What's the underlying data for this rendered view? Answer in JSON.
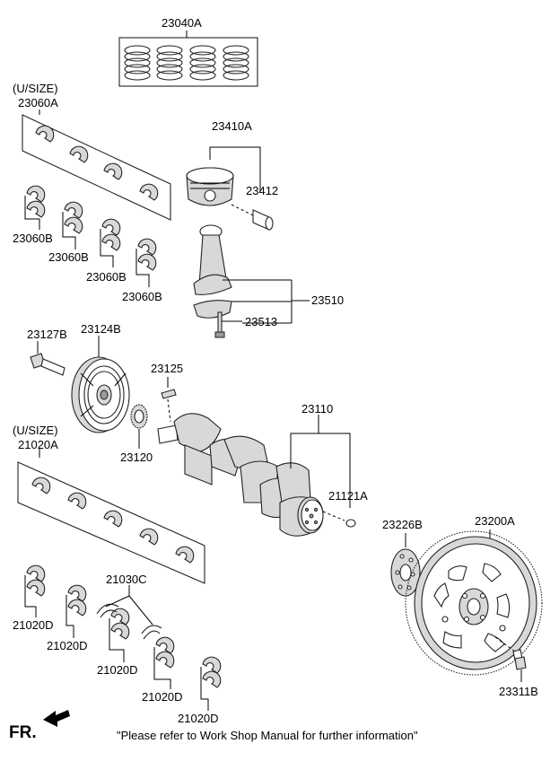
{
  "labels": {
    "p23040A": "23040A",
    "usize1": "(U/SIZE)",
    "p23060A": "23060A",
    "p23410A": "23410A",
    "p23412": "23412",
    "p23060B_1": "23060B",
    "p23060B_2": "23060B",
    "p23060B_3": "23060B",
    "p23060B_4": "23060B",
    "p23510": "23510",
    "p23513": "23513",
    "p23127B": "23127B",
    "p23124B": "23124B",
    "p23125": "23125",
    "p23110": "23110",
    "usize2": "(U/SIZE)",
    "p21020A": "21020A",
    "p23120": "23120",
    "p21121A": "21121A",
    "p23226B": "23226B",
    "p23200A": "23200A",
    "p21030C": "21030C",
    "p21020D_1": "21020D",
    "p21020D_2": "21020D",
    "p21020D_3": "21020D",
    "p21020D_4": "21020D",
    "p21020D_5": "21020D",
    "p23311B": "23311B"
  },
  "footer": {
    "fr": "FR.",
    "note": "\"Please refer to Work Shop Manual for further information\""
  },
  "icons": [
    "fr-arrow-icon"
  ]
}
